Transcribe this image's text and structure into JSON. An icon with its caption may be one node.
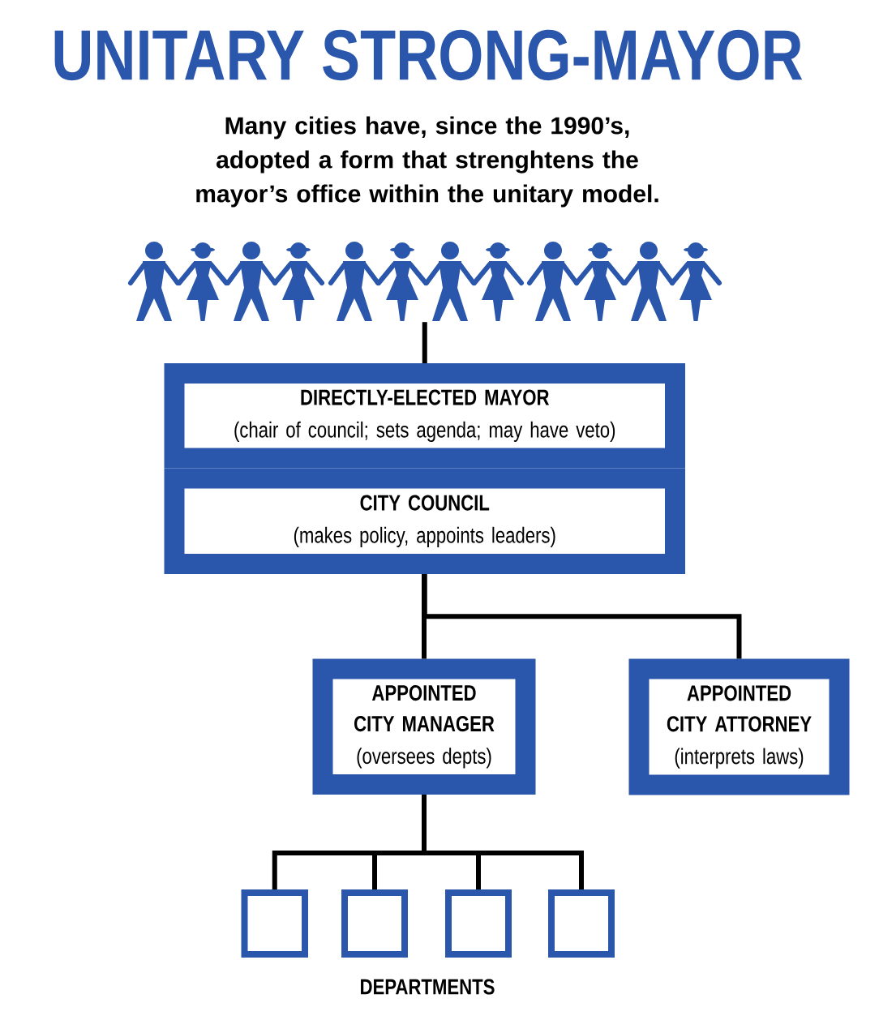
{
  "diagram": {
    "title": "UNITARY STRONG-MAYOR",
    "nodes": [
      {
        "text": [],
        "shape": "person"
      },
      {
        "text": [
          "DIRECTLY-ELECTED MAYOR",
          "(chair of council; sets agenda; may have veto)"
        ]
      },
      {
        "text": [
          "CITY COUNCIL",
          "(makes policy, appoints leaders)"
        ]
      },
      {
        "text": [
          "APPOINTED CITY MANAGER",
          "(oversees depts)"
        ]
      },
      {
        "text": [
          "APPOINTED CITY ATTORNEY",
          "(interprets laws)"
        ]
      },
      {
        "text": [],
        "shape": "box"
      },
      {
        "text": [],
        "shape": "box"
      },
      {
        "text": [],
        "shape": "box"
      },
      {
        "text": [],
        "shape": "box"
      }
    ],
    "edges": [
      {
        "from": 0,
        "to": 1,
        "arrow": "none"
      },
      {
        "from": 2,
        "to": 3,
        "arrow": "none"
      },
      {
        "from": 2,
        "to": 4,
        "arrow": "none"
      },
      {
        "from": 3,
        "to": 5,
        "arrow": "none"
      },
      {
        "from": 3,
        "to": 6,
        "arrow": "none"
      },
      {
        "from": 3,
        "to": 7,
        "arrow": "none"
      },
      {
        "from": 3,
        "to": 8,
        "arrow": "none"
      }
    ],
    "labels": [
      "Many cities have, since the 1990’s, adopted a form that strenghtens the mayor’s office within the unitary model.",
      "DEPARTMENTS"
    ]
  }
}
